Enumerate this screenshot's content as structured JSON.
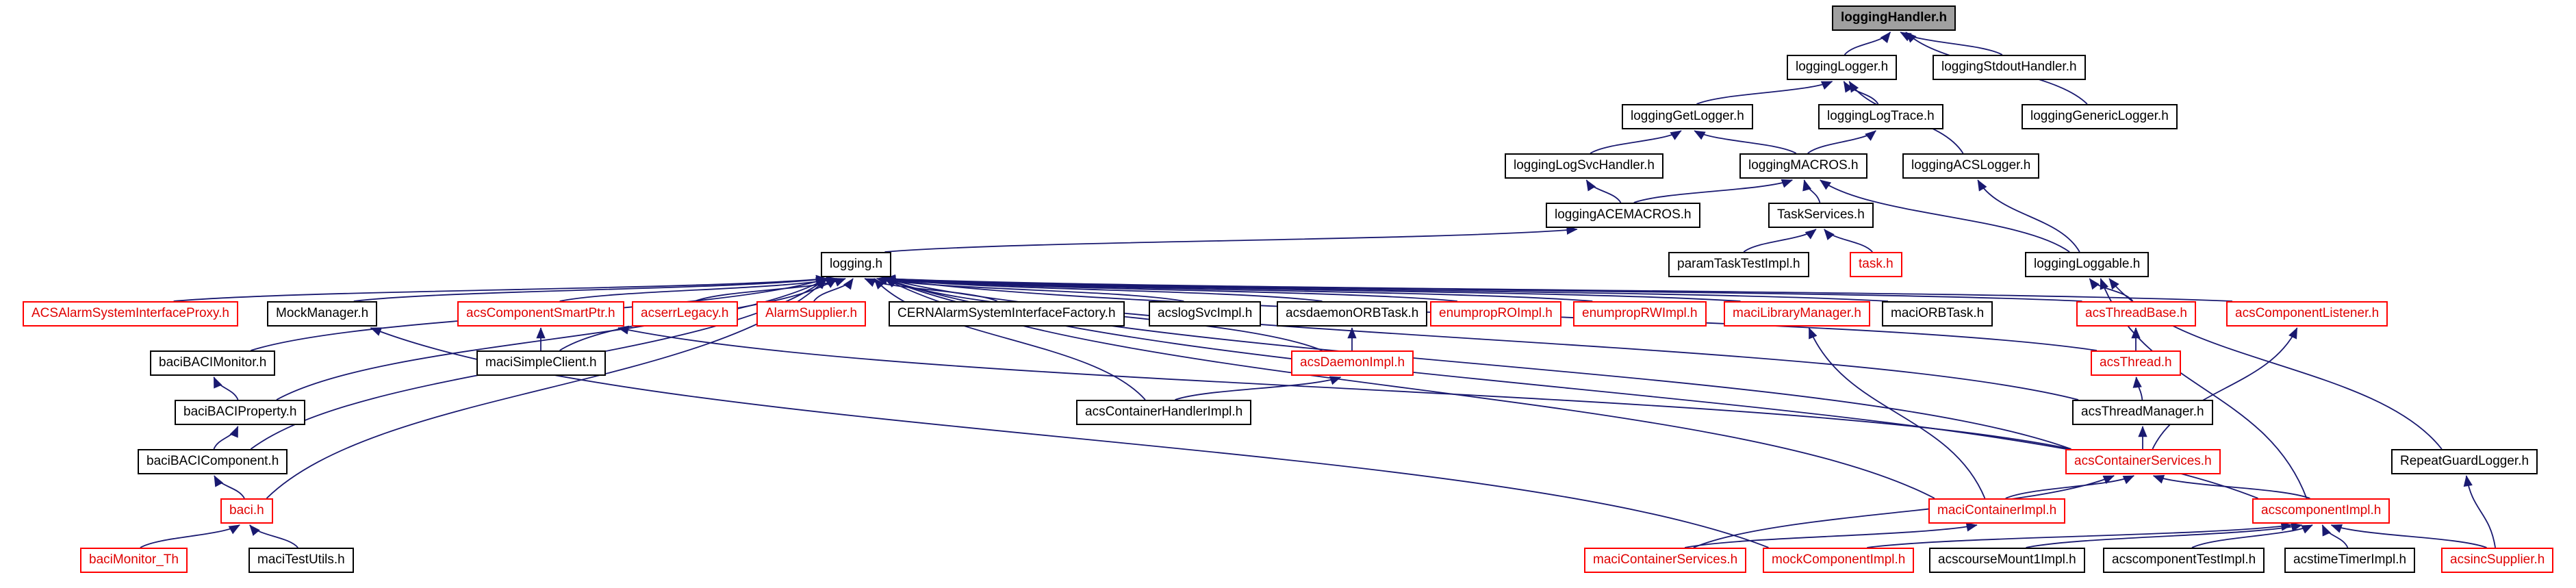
{
  "graph": {
    "root_label": "loggingHandler.h",
    "colors": {
      "background": "#ffffff",
      "edge": "#191970",
      "node_fill": "#ffffff",
      "node_border": "#000000",
      "node_text": "#000000",
      "truncated_border": "#ff0000",
      "truncated_text": "#e00000",
      "root_fill": "#a0a0a0"
    },
    "nodes": [
      {
        "id": "loggingHandler",
        "label": "loggingHandler.h",
        "type": "root"
      },
      {
        "id": "loggingLogger",
        "label": "loggingLogger.h",
        "type": "normal"
      },
      {
        "id": "loggingStdoutHandler",
        "label": "loggingStdoutHandler.h",
        "type": "normal"
      },
      {
        "id": "loggingGetLogger",
        "label": "loggingGetLogger.h",
        "type": "normal"
      },
      {
        "id": "loggingLogTrace",
        "label": "loggingLogTrace.h",
        "type": "normal"
      },
      {
        "id": "loggingGenericLogger",
        "label": "loggingGenericLogger.h",
        "type": "normal"
      },
      {
        "id": "loggingLogSvcHandler",
        "label": "loggingLogSvcHandler.h",
        "type": "normal"
      },
      {
        "id": "loggingMACROS",
        "label": "loggingMACROS.h",
        "type": "normal"
      },
      {
        "id": "loggingACSLogger",
        "label": "loggingACSLogger.h",
        "type": "normal"
      },
      {
        "id": "loggingACEMACROS",
        "label": "loggingACEMACROS.h",
        "type": "normal"
      },
      {
        "id": "TaskServices",
        "label": "TaskServices.h",
        "type": "normal"
      },
      {
        "id": "paramTaskTestImpl",
        "label": "paramTaskTestImpl.h",
        "type": "normal"
      },
      {
        "id": "task",
        "label": "task.h",
        "type": "truncated"
      },
      {
        "id": "loggingLoggable",
        "label": "loggingLoggable.h",
        "type": "normal"
      },
      {
        "id": "logging",
        "label": "logging.h",
        "type": "normal"
      },
      {
        "id": "ACSAlarmSystemInterfaceProxy",
        "label": "ACSAlarmSystemInterfaceProxy.h",
        "type": "truncated"
      },
      {
        "id": "MockManager",
        "label": "MockManager.h",
        "type": "normal"
      },
      {
        "id": "acsComponentSmartPtr",
        "label": "acsComponentSmartPtr.h",
        "type": "truncated"
      },
      {
        "id": "acserrLegacy",
        "label": "acserrLegacy.h",
        "type": "truncated"
      },
      {
        "id": "AlarmSupplier",
        "label": "AlarmSupplier.h",
        "type": "truncated"
      },
      {
        "id": "CERNAlarmSystemInterfaceFactory",
        "label": "CERNAlarmSystemInterfaceFactory.h",
        "type": "normal"
      },
      {
        "id": "acslogSvcImpl",
        "label": "acslogSvcImpl.h",
        "type": "normal"
      },
      {
        "id": "acsdaemonORBTask",
        "label": "acsdaemonORBTask.h",
        "type": "normal"
      },
      {
        "id": "enumpropROImpl",
        "label": "enumpropROImpl.h",
        "type": "truncated"
      },
      {
        "id": "enumpropRWImpl",
        "label": "enumpropRWImpl.h",
        "type": "truncated"
      },
      {
        "id": "maciLibraryManager",
        "label": "maciLibraryManager.h",
        "type": "truncated"
      },
      {
        "id": "maciORBTask",
        "label": "maciORBTask.h",
        "type": "normal"
      },
      {
        "id": "acsThreadBase",
        "label": "acsThreadBase.h",
        "type": "truncated"
      },
      {
        "id": "acsComponentListener",
        "label": "acsComponentListener.h",
        "type": "truncated"
      },
      {
        "id": "baciBACIMonitor",
        "label": "baciBACIMonitor.h",
        "type": "normal"
      },
      {
        "id": "maciSimpleClient",
        "label": "maciSimpleClient.h",
        "type": "normal"
      },
      {
        "id": "acsDaemonImpl",
        "label": "acsDaemonImpl.h",
        "type": "truncated"
      },
      {
        "id": "acsThread",
        "label": "acsThread.h",
        "type": "truncated"
      },
      {
        "id": "baciBACIProperty",
        "label": "baciBACIProperty.h",
        "type": "normal"
      },
      {
        "id": "acsContainerHandlerImpl",
        "label": "acsContainerHandlerImpl.h",
        "type": "normal"
      },
      {
        "id": "acsThreadManager",
        "label": "acsThreadManager.h",
        "type": "normal"
      },
      {
        "id": "baciBACIComponent",
        "label": "baciBACIComponent.h",
        "type": "normal"
      },
      {
        "id": "acsContainerServices",
        "label": "acsContainerServices.h",
        "type": "truncated"
      },
      {
        "id": "RepeatGuardLogger",
        "label": "RepeatGuardLogger.h",
        "type": "normal"
      },
      {
        "id": "baci",
        "label": "baci.h",
        "type": "truncated"
      },
      {
        "id": "maciContainerImpl",
        "label": "maciContainerImpl.h",
        "type": "truncated"
      },
      {
        "id": "acscomponentImpl",
        "label": "acscomponentImpl.h",
        "type": "truncated"
      },
      {
        "id": "baciMonitor_Th",
        "label": "baciMonitor_Th",
        "type": "truncated"
      },
      {
        "id": "maciTestUtils",
        "label": "maciTestUtils.h",
        "type": "normal"
      },
      {
        "id": "maciContainerServices",
        "label": "maciContainerServices.h",
        "type": "truncated"
      },
      {
        "id": "mockComponentImpl",
        "label": "mockComponentImpl.h",
        "type": "truncated"
      },
      {
        "id": "acscourseMount1Impl",
        "label": "acscourseMount1Impl.h",
        "type": "normal"
      },
      {
        "id": "acscomponentTestImpl",
        "label": "acscomponentTestImpl.h",
        "type": "normal"
      },
      {
        "id": "acstimeTimerImpl",
        "label": "acstimeTimerImpl.h",
        "type": "normal"
      },
      {
        "id": "acsincSupplier",
        "label": "acsincSupplier.h",
        "type": "truncated"
      }
    ],
    "edges": [
      {
        "from": "loggingLogger",
        "to": "loggingHandler"
      },
      {
        "from": "loggingStdoutHandler",
        "to": "loggingHandler"
      },
      {
        "from": "loggingGenericLogger",
        "to": "loggingHandler"
      },
      {
        "from": "loggingGetLogger",
        "to": "loggingLogger"
      },
      {
        "from": "loggingLogTrace",
        "to": "loggingLogger"
      },
      {
        "from": "loggingACSLogger",
        "to": "loggingLogger"
      },
      {
        "from": "loggingLogSvcHandler",
        "to": "loggingGetLogger"
      },
      {
        "from": "loggingMACROS",
        "to": "loggingGetLogger"
      },
      {
        "from": "loggingMACROS",
        "to": "loggingLogTrace"
      },
      {
        "from": "loggingACEMACROS",
        "to": "loggingLogSvcHandler"
      },
      {
        "from": "loggingACEMACROS",
        "to": "loggingMACROS"
      },
      {
        "from": "TaskServices",
        "to": "loggingMACROS"
      },
      {
        "from": "paramTaskTestImpl",
        "to": "TaskServices"
      },
      {
        "from": "task",
        "to": "TaskServices"
      },
      {
        "from": "loggingLoggable",
        "to": "loggingACSLogger"
      },
      {
        "from": "loggingLoggable",
        "to": "loggingMACROS"
      },
      {
        "from": "logging",
        "to": "loggingACEMACROS"
      },
      {
        "from": "ACSAlarmSystemInterfaceProxy",
        "to": "logging"
      },
      {
        "from": "MockManager",
        "to": "logging"
      },
      {
        "from": "acsComponentSmartPtr",
        "to": "logging"
      },
      {
        "from": "acserrLegacy",
        "to": "logging"
      },
      {
        "from": "AlarmSupplier",
        "to": "logging"
      },
      {
        "from": "CERNAlarmSystemInterfaceFactory",
        "to": "logging"
      },
      {
        "from": "acslogSvcImpl",
        "to": "logging"
      },
      {
        "from": "acsdaemonORBTask",
        "to": "logging"
      },
      {
        "from": "enumpropROImpl",
        "to": "logging"
      },
      {
        "from": "enumpropRWImpl",
        "to": "logging"
      },
      {
        "from": "maciLibraryManager",
        "to": "logging"
      },
      {
        "from": "maciORBTask",
        "to": "logging"
      },
      {
        "from": "acsThreadBase",
        "to": "logging"
      },
      {
        "from": "acsComponentListener",
        "to": "logging"
      },
      {
        "from": "baciBACIMonitor",
        "to": "logging"
      },
      {
        "from": "maciSimpleClient",
        "to": "logging"
      },
      {
        "from": "acsDaemonImpl",
        "to": "logging"
      },
      {
        "from": "acsThread",
        "to": "logging"
      },
      {
        "from": "acsThreadManager",
        "to": "logging"
      },
      {
        "from": "acsContainerServices",
        "to": "logging"
      },
      {
        "from": "maciContainerImpl",
        "to": "logging"
      },
      {
        "from": "acscomponentImpl",
        "to": "logging"
      },
      {
        "from": "baciBACIProperty",
        "to": "logging"
      },
      {
        "from": "baciBACIComponent",
        "to": "logging"
      },
      {
        "from": "baci",
        "to": "logging"
      },
      {
        "from": "acsContainerHandlerImpl",
        "to": "logging"
      },
      {
        "from": "maciSimpleClient",
        "to": "acsComponentSmartPtr"
      },
      {
        "from": "acsDaemonImpl",
        "to": "acsdaemonORBTask"
      },
      {
        "from": "acsContainerHandlerImpl",
        "to": "acsDaemonImpl"
      },
      {
        "from": "acsThread",
        "to": "acsThreadBase"
      },
      {
        "from": "acsThreadManager",
        "to": "acsThread"
      },
      {
        "from": "acsContainerServices",
        "to": "acsThreadManager"
      },
      {
        "from": "acsContainerServices",
        "to": "acsComponentListener"
      },
      {
        "from": "acsContainerServices",
        "to": "acsComponentSmartPtr"
      },
      {
        "from": "baciBACIProperty",
        "to": "baciBACIMonitor"
      },
      {
        "from": "baciBACIComponent",
        "to": "baciBACIProperty"
      },
      {
        "from": "baci",
        "to": "baciBACIComponent"
      },
      {
        "from": "baciMonitor_Th",
        "to": "baci"
      },
      {
        "from": "maciTestUtils",
        "to": "baci"
      },
      {
        "from": "maciContainerImpl",
        "to": "maciLibraryManager"
      },
      {
        "from": "maciContainerImpl",
        "to": "acsContainerServices"
      },
      {
        "from": "maciContainerServices",
        "to": "maciContainerImpl"
      },
      {
        "from": "maciContainerServices",
        "to": "acsContainerServices"
      },
      {
        "from": "mockComponentImpl",
        "to": "MockManager"
      },
      {
        "from": "mockComponentImpl",
        "to": "acscomponentImpl"
      },
      {
        "from": "acscourseMount1Impl",
        "to": "acscomponentImpl"
      },
      {
        "from": "acscomponentTestImpl",
        "to": "acscomponentImpl"
      },
      {
        "from": "acstimeTimerImpl",
        "to": "acscomponentImpl"
      },
      {
        "from": "acsincSupplier",
        "to": "acscomponentImpl"
      },
      {
        "from": "acsincSupplier",
        "to": "RepeatGuardLogger"
      },
      {
        "from": "RepeatGuardLogger",
        "to": "loggingLoggable"
      },
      {
        "from": "acsThreadBase",
        "to": "loggingLoggable"
      },
      {
        "from": "acscomponentImpl",
        "to": "loggingLoggable"
      },
      {
        "from": "acscomponentImpl",
        "to": "acsContainerServices"
      }
    ]
  }
}
